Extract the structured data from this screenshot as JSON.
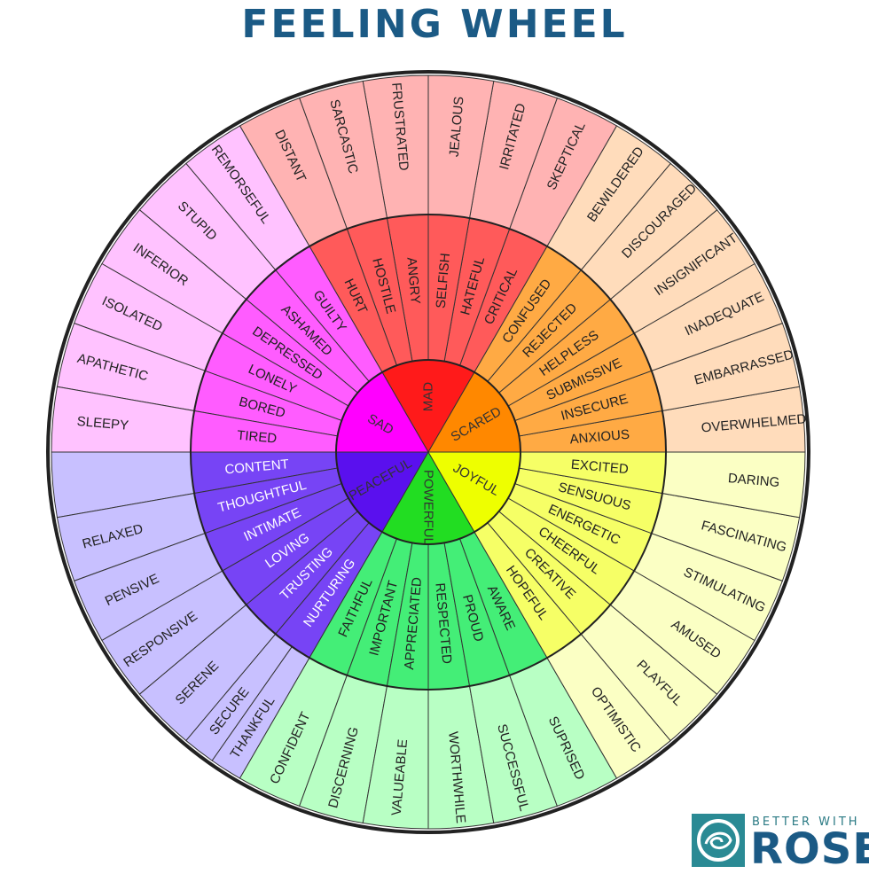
{
  "title": "FEELING WHEEL",
  "brand": {
    "tagline": "BETTER WITH",
    "name": "ROSE"
  },
  "families": [
    {
      "core": "MAD",
      "colors": {
        "core": "#ff1a1a",
        "middle": "#ff5a5a",
        "outer": "#ffb3b3"
      },
      "middle": [
        {
          "label": "CRITICAL",
          "outer": [
            "SKEPTICAL"
          ]
        },
        {
          "label": "HATEFUL",
          "outer": [
            "IRRITATED"
          ]
        },
        {
          "label": "SELFISH",
          "outer": [
            "JEALOUS"
          ]
        },
        {
          "label": "ANGRY",
          "outer": [
            "FRUSTRATED"
          ]
        },
        {
          "label": "HOSTILE",
          "outer": [
            "SARCASTIC"
          ]
        },
        {
          "label": "HURT",
          "outer": [
            "DISTANT"
          ]
        }
      ]
    },
    {
      "core": "SAD",
      "colors": {
        "core": "#ff00ff",
        "middle": "#ff5cff",
        "outer": "#ffc2ff"
      },
      "middle": [
        {
          "label": "GUILTY",
          "outer": [
            "REMORSEFUL"
          ]
        },
        {
          "label": "ASHAMED",
          "outer": [
            "STUPID"
          ]
        },
        {
          "label": "DEPRESSED",
          "outer": [
            "INFERIOR"
          ]
        },
        {
          "label": "LONELY",
          "outer": [
            "ISOLATED"
          ]
        },
        {
          "label": "BORED",
          "outer": [
            "APATHETIC"
          ]
        },
        {
          "label": "TIRED",
          "outer": [
            "SLEEPY"
          ]
        }
      ]
    },
    {
      "core": "PEACEFUL",
      "colors": {
        "core": "#5a10ee",
        "middle": "#7744f5",
        "outer": "#c8c0ff"
      },
      "middle": [
        {
          "label": "CONTENT",
          "outer": [
            ""
          ]
        },
        {
          "label": "THOUGHTFUL",
          "outer": [
            "RELAXED"
          ]
        },
        {
          "label": "INTIMATE",
          "outer": [
            "PENSIVE"
          ]
        },
        {
          "label": "LOVING",
          "outer": [
            "RESPONSIVE"
          ]
        },
        {
          "label": "TRUSTING",
          "outer": [
            "SERENE"
          ]
        },
        {
          "label": "NURTURING",
          "outer": [
            "SECURE",
            "THANKFUL"
          ]
        }
      ]
    },
    {
      "core": "POWERFUL",
      "colors": {
        "core": "#22dd22",
        "middle": "#44ee77",
        "outer": "#b8ffc4"
      },
      "middle": [
        {
          "label": "FAITHFUL",
          "outer": [
            "CONFIDENT"
          ]
        },
        {
          "label": "IMPORTANT",
          "outer": [
            "DISCERNING"
          ]
        },
        {
          "label": "APPRECIATED",
          "outer": [
            "VALUEABLE"
          ]
        },
        {
          "label": "RESPECTED",
          "outer": [
            "WORTHWHILE"
          ]
        },
        {
          "label": "PROUD",
          "outer": [
            "SUCCESSFUL"
          ]
        },
        {
          "label": "AWARE",
          "outer": [
            "SUPRISED"
          ]
        }
      ]
    },
    {
      "core": "JOYFUL",
      "colors": {
        "core": "#eeff00",
        "middle": "#f6ff66",
        "outer": "#fbffc4"
      },
      "middle": [
        {
          "label": "HOPEFUL",
          "outer": [
            "OPTIMISTIC"
          ]
        },
        {
          "label": "CREATIVE",
          "outer": [
            "PLAYFUL"
          ]
        },
        {
          "label": "CHEERFUL",
          "outer": [
            "AMUSED"
          ]
        },
        {
          "label": "ENERGETIC",
          "outer": [
            "STIMULATING"
          ]
        },
        {
          "label": "SENSUOUS",
          "outer": [
            "FASCINATING"
          ]
        },
        {
          "label": "EXCITED",
          "outer": [
            "DARING"
          ]
        }
      ]
    },
    {
      "core": "SCARED",
      "colors": {
        "core": "#ff8800",
        "middle": "#ffaa44",
        "outer": "#ffdcbb"
      },
      "middle": [
        {
          "label": "ANXIOUS",
          "outer": [
            "OVERWHELMED"
          ]
        },
        {
          "label": "INSECURE",
          "outer": [
            "EMBARRASSED"
          ]
        },
        {
          "label": "SUBMISSIVE",
          "outer": [
            "INADEQUATE"
          ]
        },
        {
          "label": "HELPLESS",
          "outer": [
            "INSIGNIFICANT"
          ]
        },
        {
          "label": "REJECTED",
          "outer": [
            "DISCOURAGED"
          ]
        },
        {
          "label": "CONFUSED",
          "outer": [
            "BEWILDERED"
          ]
        }
      ]
    }
  ]
}
